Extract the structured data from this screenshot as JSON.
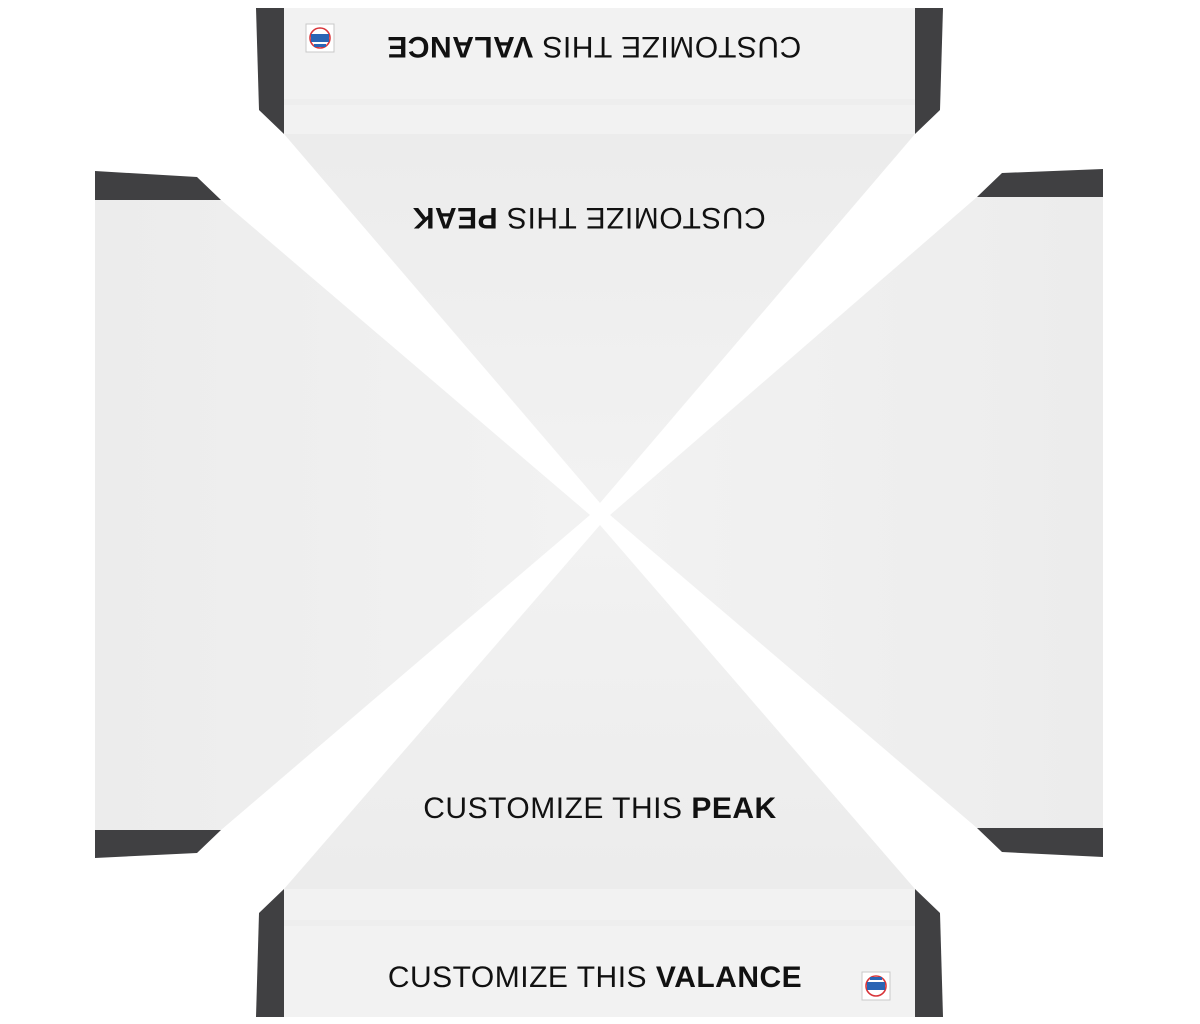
{
  "template": {
    "top_valance": {
      "normal": "CUSTOMIZE THIS ",
      "bold": "VALANCE"
    },
    "top_peak": {
      "normal": "CUSTOMIZE THIS ",
      "bold": "PEAK"
    },
    "bottom_peak": {
      "normal": "CUSTOMIZE THIS ",
      "bold": "PEAK"
    },
    "bottom_valance": {
      "normal": "CUSTOMIZE THIS ",
      "bold": "VALANCE"
    },
    "logo_name": "brand-logo-icon"
  },
  "colors": {
    "panel": "#f2f2f2",
    "panel_shade": "#ececec",
    "frame": "#404042",
    "text": "#111111",
    "logo_red": "#d8353a",
    "logo_blue": "#2a64b4"
  }
}
